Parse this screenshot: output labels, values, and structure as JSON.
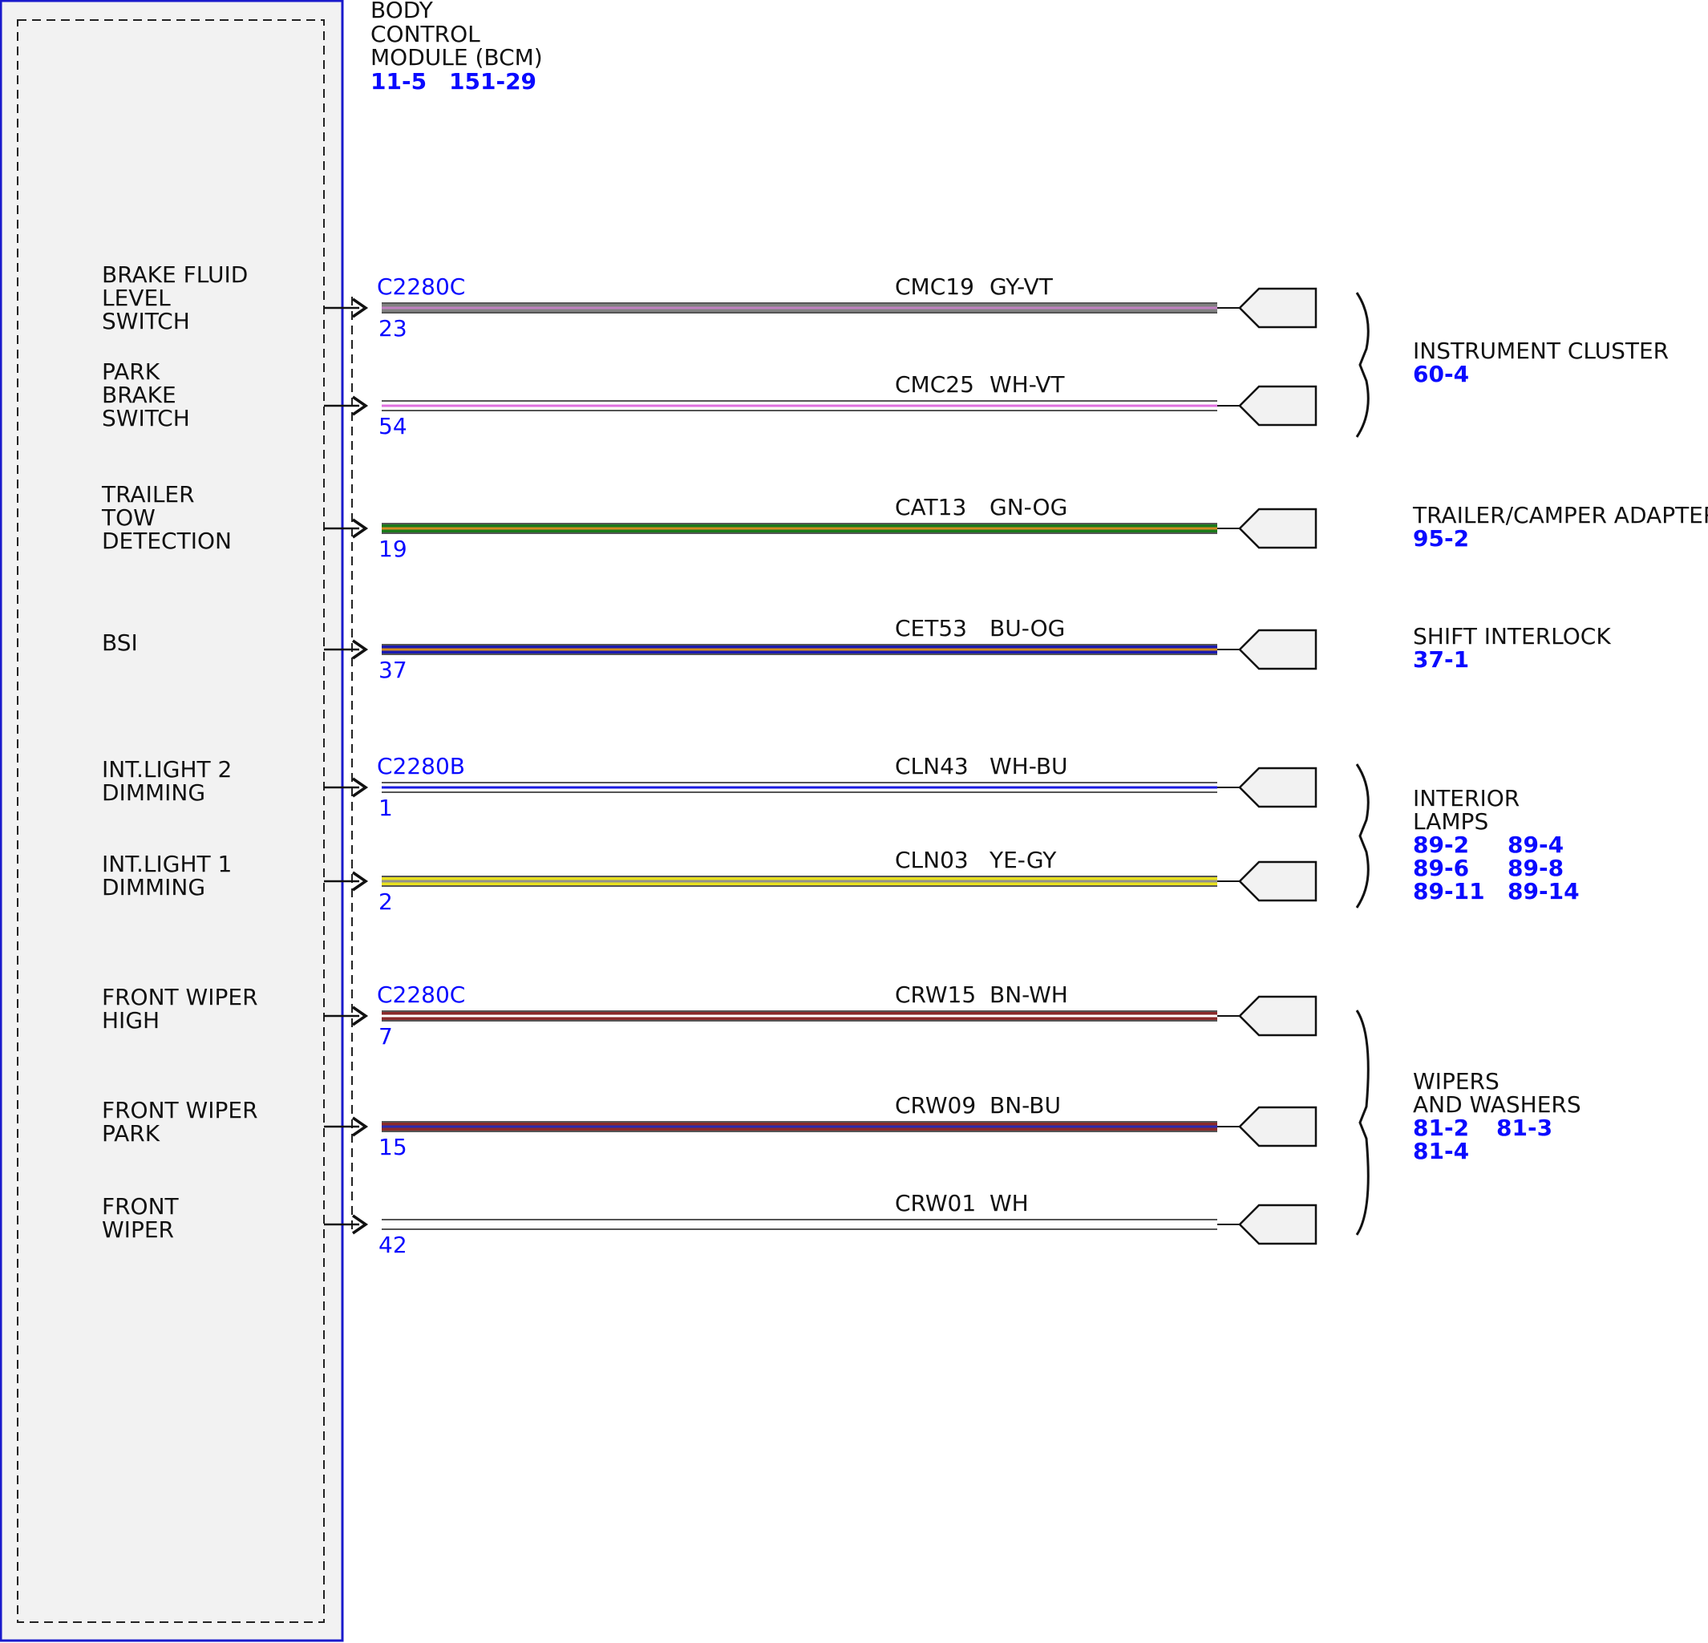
{
  "module": {
    "name_lines": [
      "BODY",
      "CONTROL",
      "MODULE (BCM)"
    ],
    "refs": [
      "11-5",
      "151-29"
    ]
  },
  "circuits": [
    {
      "input_label": [
        "BRAKE FLUID",
        "LEVEL",
        "SWITCH"
      ],
      "connector": "C2280C",
      "pin": "23",
      "circuit": "CMC19",
      "color_code": "GY-VT",
      "stripes": [
        "#808080",
        "#c080c0"
      ]
    },
    {
      "input_label": [
        "PARK",
        "BRAKE",
        "SWITCH"
      ],
      "connector": "",
      "pin": "54",
      "circuit": "CMC25",
      "color_code": "WH-VT",
      "stripes": [
        "#ffffff",
        "#e070e0"
      ]
    },
    {
      "input_label": [
        "TRAILER",
        "TOW",
        "DETECTION"
      ],
      "connector": "",
      "pin": "19",
      "circuit": "CAT13",
      "color_code": "GN-OG",
      "stripes": [
        "#1a7a1a",
        "#d08a20"
      ]
    },
    {
      "input_label": [
        "BSI"
      ],
      "connector": "",
      "pin": "37",
      "circuit": "CET53",
      "color_code": "BU-OG",
      "stripes": [
        "#1a1ab0",
        "#d08a20"
      ]
    },
    {
      "input_label": [
        "INT.LIGHT 2",
        "DIMMING"
      ],
      "connector": "C2280B",
      "pin": "1",
      "circuit": "CLN43",
      "color_code": "WH-BU",
      "stripes": [
        "#ffffff",
        "#1a1ae0"
      ]
    },
    {
      "input_label": [
        "INT.LIGHT 1",
        "DIMMING"
      ],
      "connector": "",
      "pin": "2",
      "circuit": "CLN03",
      "color_code": "YE-GY",
      "stripes": [
        "#e8e020",
        "#909090"
      ]
    },
    {
      "input_label": [
        "FRONT WIPER",
        "HIGH"
      ],
      "connector": "C2280C",
      "pin": "7",
      "circuit": "CRW15",
      "color_code": "BN-WH",
      "stripes": [
        "#8a2a2a",
        "#ffffff"
      ]
    },
    {
      "input_label": [
        "FRONT WIPER",
        "PARK"
      ],
      "connector": "",
      "pin": "15",
      "circuit": "CRW09",
      "color_code": "BN-BU",
      "stripes": [
        "#8a2a2a",
        "#2a2ab0"
      ]
    },
    {
      "input_label": [
        "FRONT",
        "WIPER"
      ],
      "connector": "",
      "pin": "42",
      "circuit": "CRW01",
      "color_code": "WH",
      "stripes": [
        "#ffffff",
        "#ffffff"
      ]
    }
  ],
  "destinations": [
    {
      "name_lines": [
        "INSTRUMENT CLUSTER"
      ],
      "refs": [
        [
          "60-4"
        ]
      ]
    },
    {
      "name_lines": [
        "TRAILER/CAMPER ADAPTER"
      ],
      "refs": [
        [
          "95-2"
        ]
      ]
    },
    {
      "name_lines": [
        "SHIFT INTERLOCK"
      ],
      "refs": [
        [
          "37-1"
        ]
      ]
    },
    {
      "name_lines": [
        "INTERIOR",
        "LAMPS"
      ],
      "refs": [
        [
          "89-2",
          "89-4"
        ],
        [
          "89-6",
          "89-8"
        ],
        [
          "89-11",
          "89-14"
        ]
      ]
    },
    {
      "name_lines": [
        "WIPERS",
        "AND WASHERS"
      ],
      "refs": [
        [
          "81-2",
          "81-3"
        ],
        [
          "81-4"
        ]
      ]
    }
  ],
  "colors": {
    "module_border": "#1a1acc",
    "module_fill": "#f2f2f2",
    "reference_blue": "#0a0aff",
    "wire_outline": "#555555"
  }
}
